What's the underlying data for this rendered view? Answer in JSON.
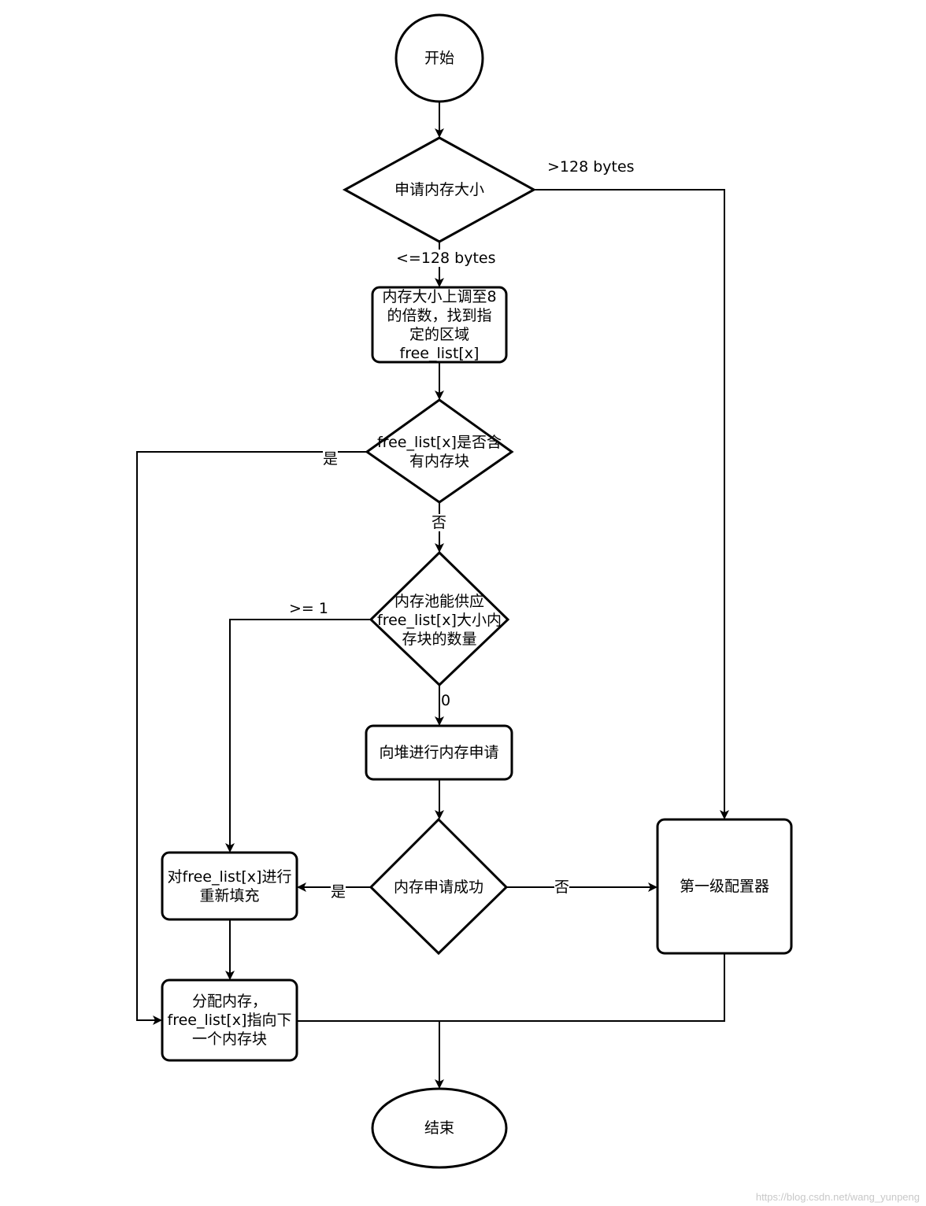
{
  "nodes": {
    "start": "开始",
    "check_size": "申请内存大小",
    "round_up": "内存大小上调至8\n的倍数，找到指\n定的区域\nfree_list[x]",
    "has_block": "free_list[x]是否含\n有内存块",
    "pool_supply": "内存池能供应\nfree_list[x]大小内\n存块的数量",
    "heap_request": "向堆进行内存申请",
    "request_ok": "内存申请成功",
    "refill": "对free_list[x]进行\n重新填充",
    "first_level": "第一级配置器",
    "allocate": "分配内存，\nfree_list[x]指向下\n一个内存块",
    "end": "结束"
  },
  "edges": {
    "gt128": ">128 bytes",
    "le128": "<=128 bytes",
    "has_yes": "是",
    "has_no": "否",
    "ge1": ">= 1",
    "zero": "0",
    "ok_yes": "是",
    "ok_no": "否"
  },
  "watermark": "https://blog.csdn.net/wang_yunpeng"
}
